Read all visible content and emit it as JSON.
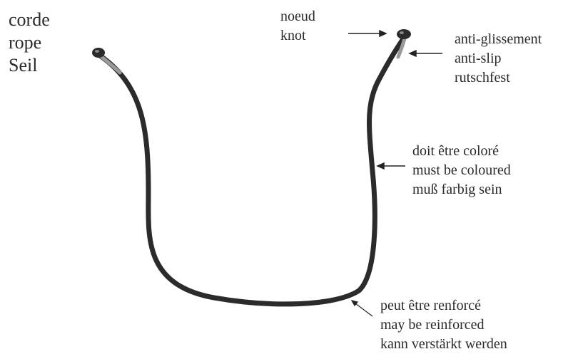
{
  "labels": {
    "rope": [
      "corde",
      "rope",
      "Seil"
    ],
    "knot": [
      "noeud",
      "knot"
    ],
    "anti_slip": [
      "anti-glissement",
      "anti-slip",
      "rutschfest"
    ],
    "coloured": [
      "doit être coloré",
      "must be coloured",
      "muß farbig sein"
    ],
    "reinforced": [
      "peut être renforcé",
      "may be reinforced",
      "kann verstärkt werden"
    ]
  },
  "colors": {
    "rope": "#2b2b2b",
    "text": "#2a2a2a",
    "arrow": "#222222",
    "background": "#ffffff"
  }
}
